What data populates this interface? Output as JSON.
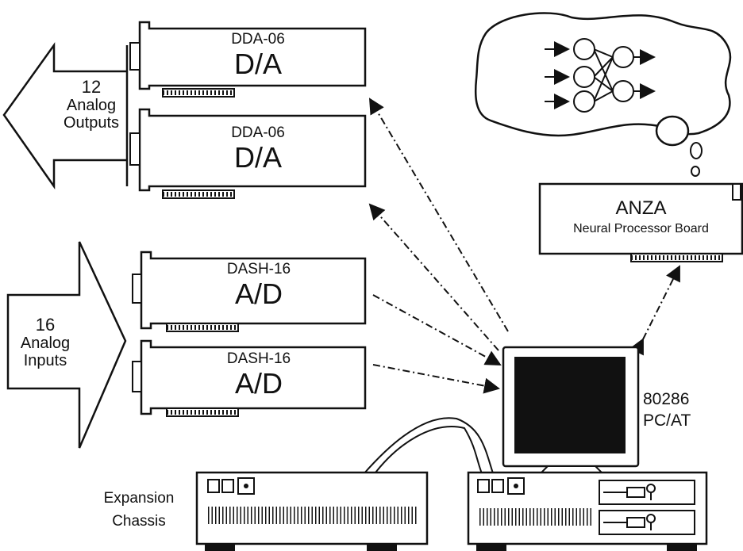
{
  "outputs": {
    "count": "12",
    "line1": "Analog",
    "line2": "Outputs"
  },
  "inputs": {
    "count": "16",
    "line1": "Analog",
    "line2": "Inputs"
  },
  "cards": [
    {
      "model": "DDA-06",
      "type": "D/A"
    },
    {
      "model": "DDA-06",
      "type": "D/A"
    },
    {
      "model": "DASH-16",
      "type": "A/D"
    },
    {
      "model": "DASH-16",
      "type": "A/D"
    }
  ],
  "anza": {
    "title": "ANZA",
    "subtitle": "Neural Processor Board"
  },
  "computer": {
    "line1": "80286",
    "line2": "PC/AT"
  },
  "chassis": {
    "line1": "Expansion",
    "line2": "Chassis"
  }
}
